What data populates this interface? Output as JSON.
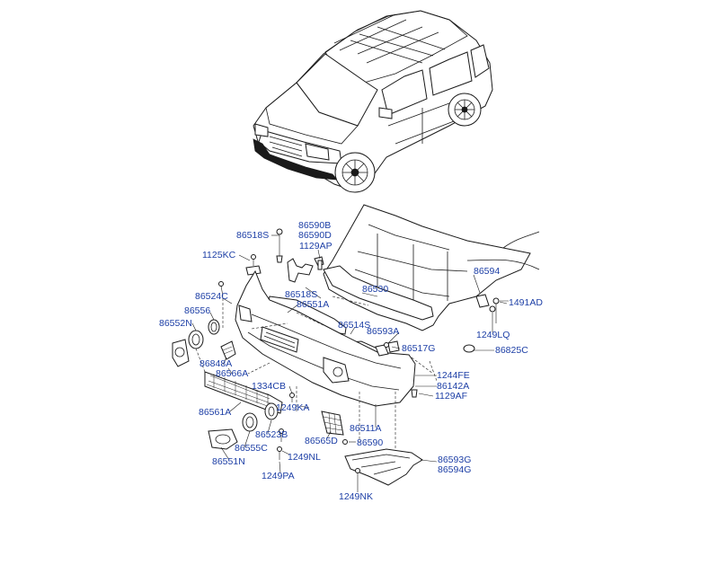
{
  "diagram": {
    "labels": [
      {
        "id": "86590B",
        "text": "86590B"
      },
      {
        "id": "86590D",
        "text": "86590D"
      },
      {
        "id": "86518S_top",
        "text": "86518S"
      },
      {
        "id": "1129AP",
        "text": "1129AP"
      },
      {
        "id": "1125KC",
        "text": "1125KC"
      },
      {
        "id": "86594",
        "text": "86594"
      },
      {
        "id": "86530",
        "text": "86530"
      },
      {
        "id": "86524C",
        "text": "86524C"
      },
      {
        "id": "86518S_mid",
        "text": "86518S"
      },
      {
        "id": "1491AD",
        "text": "1491AD"
      },
      {
        "id": "86551A",
        "text": "86551A"
      },
      {
        "id": "86556",
        "text": "86556"
      },
      {
        "id": "86552N",
        "text": "86552N"
      },
      {
        "id": "86514S",
        "text": "86514S"
      },
      {
        "id": "86593A",
        "text": "86593A"
      },
      {
        "id": "1249LQ",
        "text": "1249LQ"
      },
      {
        "id": "86517G",
        "text": "86517G"
      },
      {
        "id": "86825C",
        "text": "86825C"
      },
      {
        "id": "86848A",
        "text": "86848A"
      },
      {
        "id": "86566A",
        "text": "86566A"
      },
      {
        "id": "1244FE",
        "text": "1244FE"
      },
      {
        "id": "1334CB",
        "text": "1334CB"
      },
      {
        "id": "86142A",
        "text": "86142A"
      },
      {
        "id": "1129AF",
        "text": "1129AF"
      },
      {
        "id": "1249KA",
        "text": "1249KA"
      },
      {
        "id": "86561A",
        "text": "86561A"
      },
      {
        "id": "86511A",
        "text": "86511A"
      },
      {
        "id": "86523B",
        "text": "86523B"
      },
      {
        "id": "86565D",
        "text": "86565D"
      },
      {
        "id": "86590",
        "text": "86590"
      },
      {
        "id": "86555C",
        "text": "86555C"
      },
      {
        "id": "1249NL",
        "text": "1249NL"
      },
      {
        "id": "86593G",
        "text": "86593G"
      },
      {
        "id": "86594G",
        "text": "86594G"
      },
      {
        "id": "86551N",
        "text": "86551N"
      },
      {
        "id": "1249PA",
        "text": "1249PA"
      },
      {
        "id": "1249NK",
        "text": "1249NK"
      }
    ]
  }
}
